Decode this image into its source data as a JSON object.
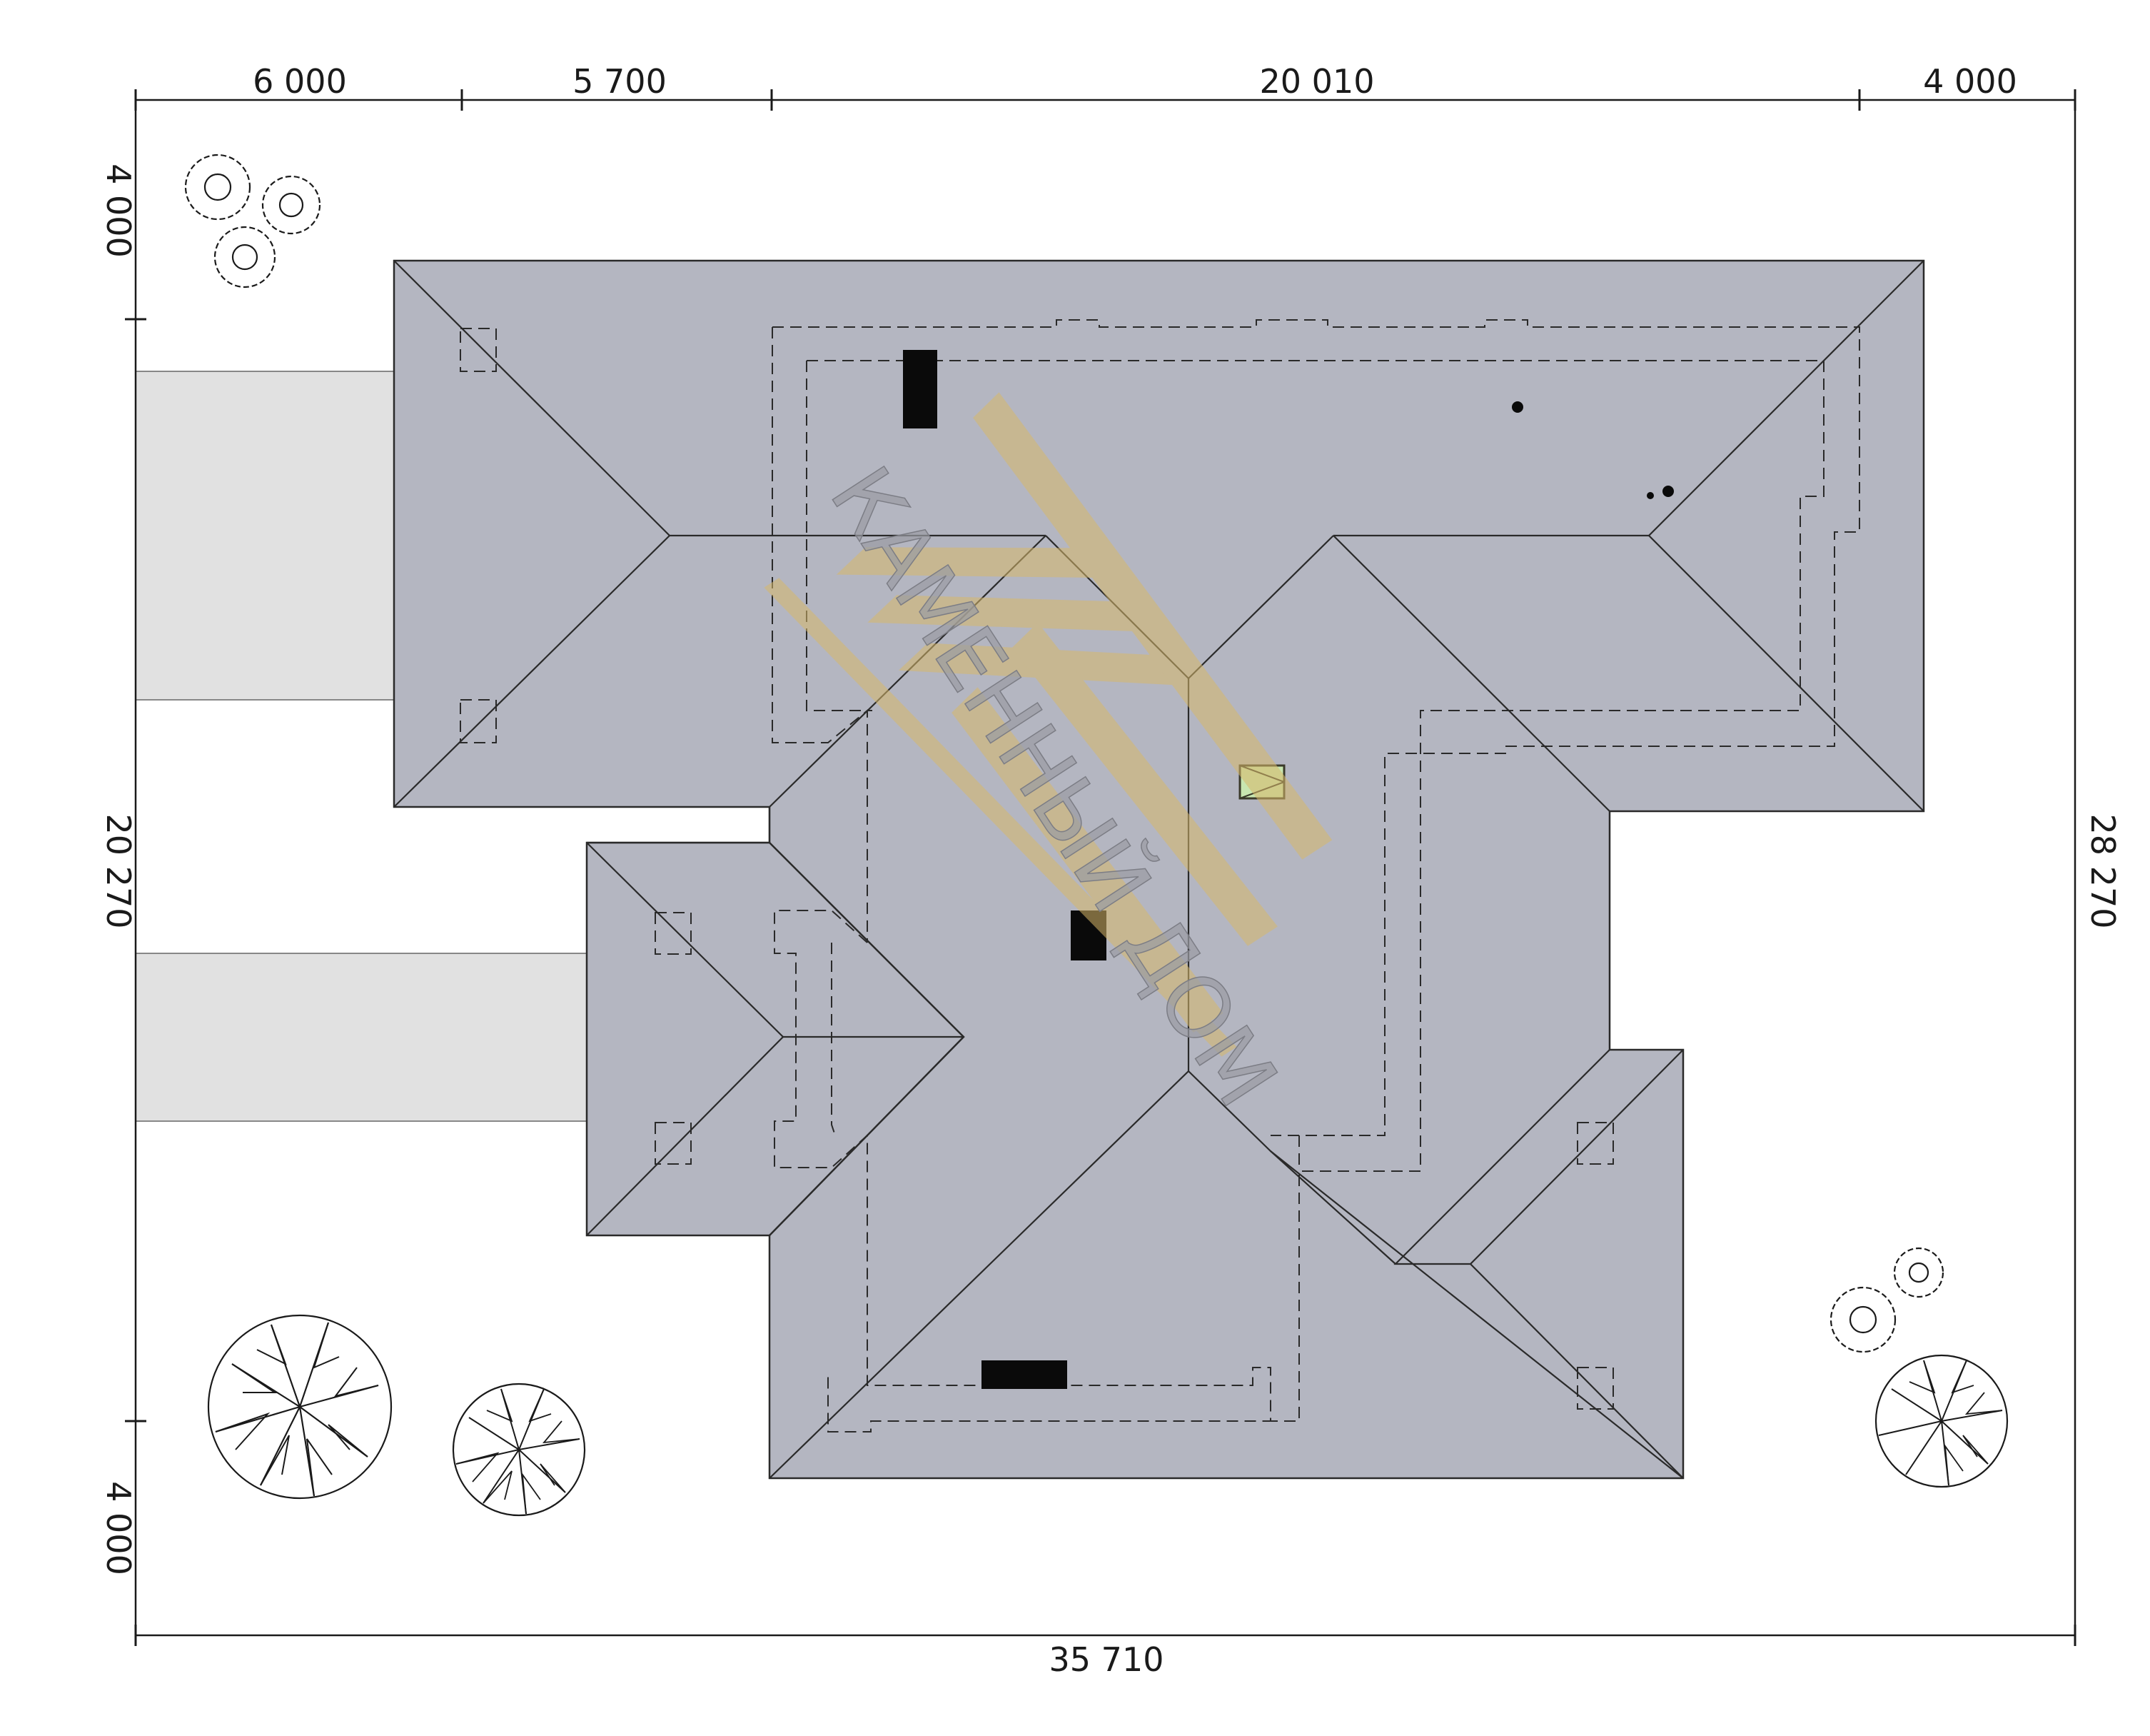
{
  "dimensions": {
    "top": [
      "6 000",
      "5 700",
      "20 010",
      "4 000"
    ],
    "left": [
      "4 000",
      "20 270",
      "4 000"
    ],
    "right": "28 270",
    "bottom": "35 710"
  },
  "watermark": {
    "text": "КАМЕННЫЙ ДОМ",
    "color": "#d8b86a"
  },
  "colors": {
    "roof": "#b4b6c1",
    "driveway": "#e1e1e1",
    "skylight": "#c8e6b0"
  },
  "icons": [
    "tree-icon",
    "shrub-icon",
    "chimney-icon",
    "skylight-icon"
  ]
}
